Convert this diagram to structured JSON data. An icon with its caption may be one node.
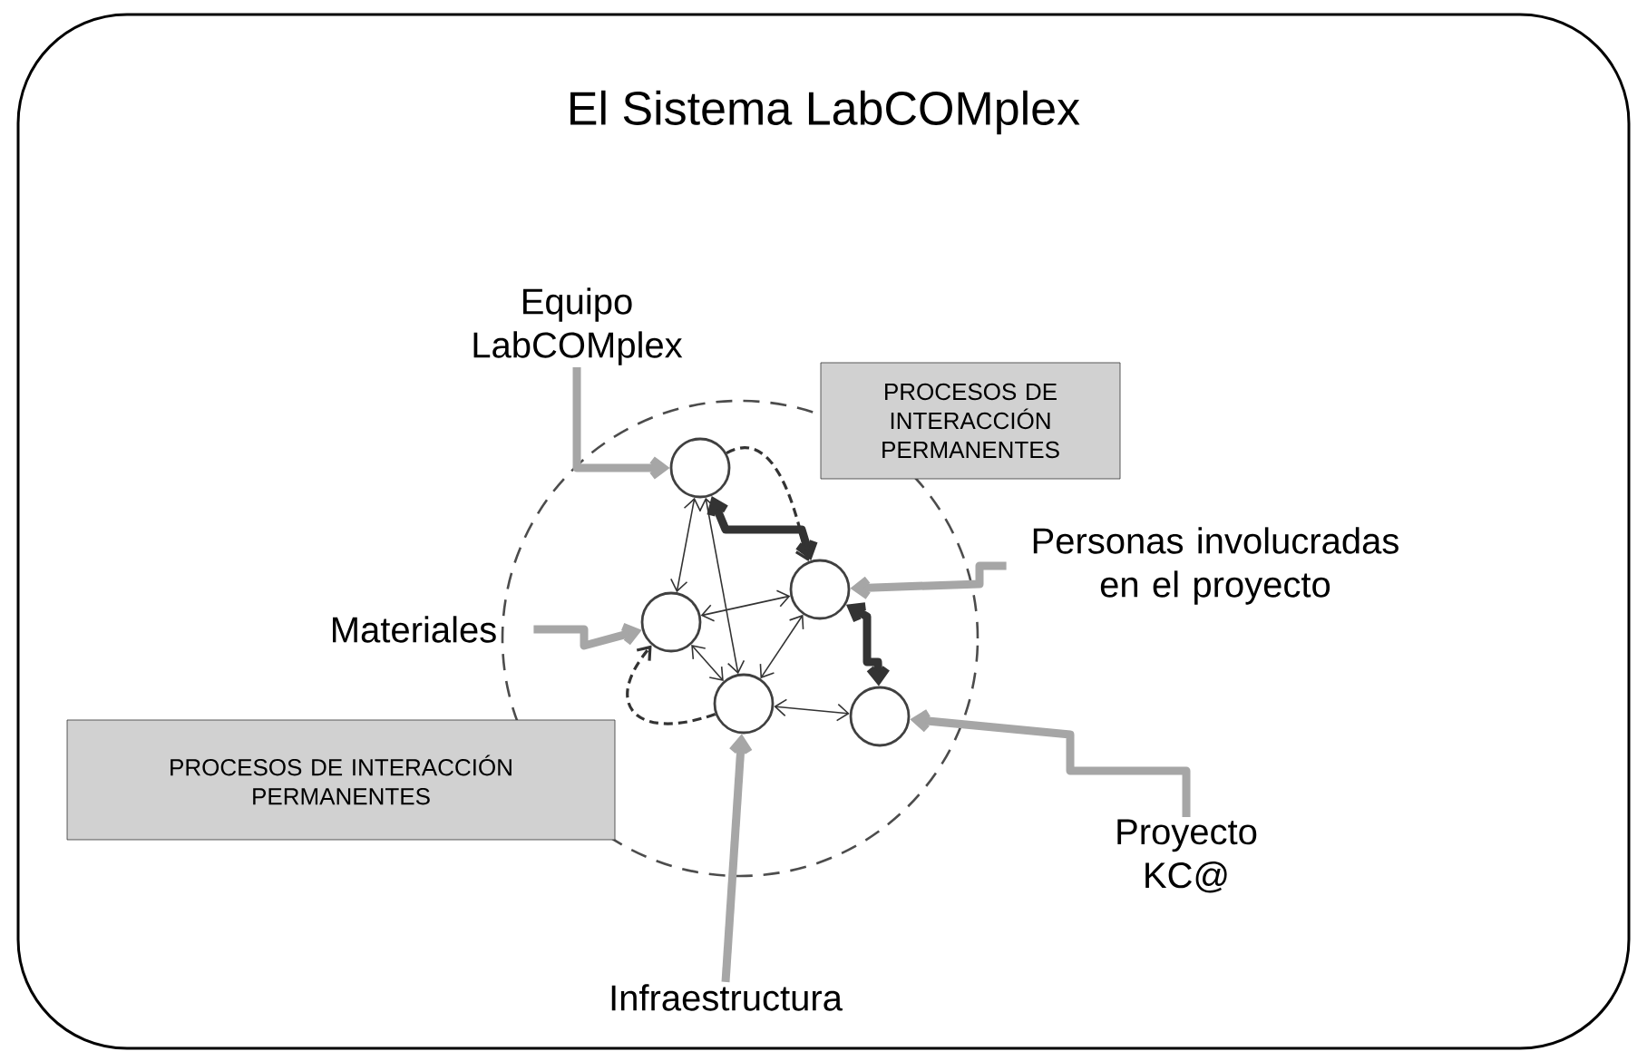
{
  "diagram": {
    "title": "El Sistema LabCOMplex",
    "nodes": [
      {
        "text": [
          "Equipo LabCOMplex"
        ]
      },
      {
        "text": [
          "Materiales"
        ]
      },
      {
        "text": [
          "Personas involucradas en el proyecto"
        ]
      },
      {
        "text": [
          "Proyecto KC@"
        ]
      },
      {
        "text": [
          "Infraestructura"
        ]
      },
      {
        "text": [],
        "shape": "circle"
      },
      {
        "text": [],
        "shape": "circle",
        "in": 5
      },
      {
        "text": [],
        "shape": "circle",
        "in": 5
      },
      {
        "text": [],
        "shape": "circle",
        "in": 5
      },
      {
        "text": [],
        "shape": "circle",
        "in": 5
      },
      {
        "text": [],
        "shape": "circle",
        "in": 5
      },
      {
        "text": [
          "PROCESOS DE INTERACCIÓN PERMANENTES"
        ]
      },
      {
        "text": [
          "PROCESOS DE INTERACCIÓN PERMANENTES"
        ]
      }
    ],
    "edges": [
      {
        "from": 0,
        "to": 6,
        "arrow": "to",
        "style": "thick",
        "color": "#a6a6a6"
      },
      {
        "from": 1,
        "to": 7,
        "arrow": "to",
        "style": "thick",
        "color": "#a6a6a6"
      },
      {
        "from": 2,
        "to": 8,
        "arrow": "to",
        "style": "thick",
        "color": "#a6a6a6"
      },
      {
        "from": 3,
        "to": 10,
        "arrow": "to",
        "style": "thick",
        "color": "#a6a6a6"
      },
      {
        "from": 4,
        "to": 9,
        "arrow": "to",
        "style": "thick",
        "color": "#a6a6a6"
      },
      {
        "from": 6,
        "to": 7,
        "arrow": "both"
      },
      {
        "from": 6,
        "to": 9,
        "arrow": "both"
      },
      {
        "from": 6,
        "to": 8,
        "arrow": "both",
        "style": "thick"
      },
      {
        "from": 8,
        "to": 10,
        "arrow": "both",
        "style": "thick"
      },
      {
        "from": 8,
        "to": 7,
        "arrow": "both"
      },
      {
        "from": 7,
        "to": 9,
        "arrow": "both"
      },
      {
        "from": 8,
        "to": 9,
        "arrow": "both"
      },
      {
        "from": 9,
        "to": 10,
        "arrow": "both"
      },
      {
        "from": 6,
        "to": 8,
        "arrow": "to",
        "style": "dashed"
      },
      {
        "from": 9,
        "to": 7,
        "arrow": "to",
        "style": "dashed"
      }
    ]
  }
}
